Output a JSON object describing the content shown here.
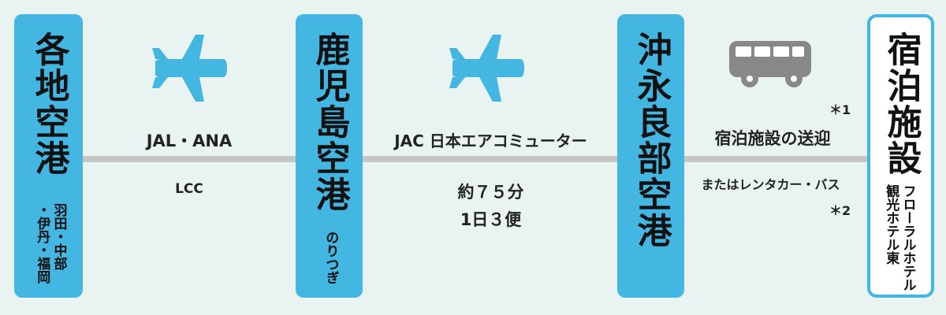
{
  "stops": [
    {
      "title": "各地空港",
      "sub": "羽田・中部\n・伊丹・福岡"
    },
    {
      "title": "鹿児島空港",
      "sub": "のりつぎ"
    },
    {
      "title": "沖永良部空港",
      "sub": ""
    },
    {
      "title": "宿泊施設",
      "sub": "フローラルホテル\n観光ホテル東"
    }
  ],
  "legs": [
    {
      "icon": "airplane-icon",
      "carrier": "JAL・ANA",
      "detail": "LCC"
    },
    {
      "icon": "airplane-icon",
      "carrier": "JAC 日本エアコミューター",
      "duration": "約７５分",
      "frequency": "1日３便"
    },
    {
      "icon": "bus-icon",
      "option1": "宿泊施設の送迎",
      "note1": "＊1",
      "option2": "またはレンタカー・バス",
      "note2": "＊2"
    }
  ],
  "colors": {
    "accent": "#43b6e2",
    "background": "#e9f3f1",
    "line": "#c6c6c6",
    "icon": "#43b6e2",
    "bus": "#888888"
  }
}
